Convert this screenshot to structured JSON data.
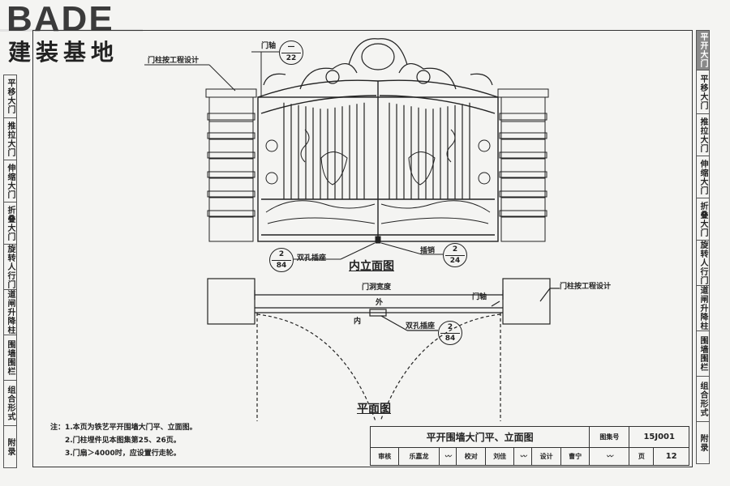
{
  "logo": {
    "en": "BADE",
    "cn": "建装基地"
  },
  "left_tabs": [
    "平移大门",
    "推拉大门",
    "伸缩大门",
    "折叠大门",
    "旋转人行门",
    "道闸升降柱",
    "围墙围栏",
    "组合形式",
    "附录"
  ],
  "right_tabs": [
    {
      "label": "平开大门",
      "active": true
    },
    {
      "label": "平移大门",
      "active": false
    },
    {
      "label": "推拉大门",
      "active": false
    },
    {
      "label": "伸缩大门",
      "active": false
    },
    {
      "label": "折叠大门",
      "active": false
    },
    {
      "label": "旋转人行门",
      "active": false
    },
    {
      "label": "道闸升降柱",
      "active": false
    },
    {
      "label": "围墙围栏",
      "active": false
    },
    {
      "label": "组合形式",
      "active": false
    },
    {
      "label": "附录",
      "active": false
    }
  ],
  "elevation": {
    "title": "内立面图",
    "pillar_note": "门柱按工程设计",
    "axis_label": "门轴",
    "axis_ref": {
      "top": "—",
      "bottom": "22"
    },
    "socket_label": "双孔插座",
    "socket_ref": {
      "top": "2",
      "bottom": "84"
    },
    "latch_label": "插销",
    "latch_ref": {
      "top": "2",
      "bottom": "24"
    }
  },
  "plan": {
    "title": "平面图",
    "opening_width": "门洞宽度",
    "outside": "外",
    "inside": "内",
    "axis_label": "门轴",
    "pillar_note": "门柱按工程设计",
    "socket_label": "双孔插座",
    "socket_ref": {
      "top": "2",
      "bottom": "84"
    }
  },
  "notes": [
    "注：1.本页为铁艺平开围墙大门平、立面图。",
    "2.门柱埋件见本图集第25、26页。",
    "3.门扇＞4000时，应设置行走轮。"
  ],
  "titleblock": {
    "title": "平开围墙大门平、立面图",
    "atlas_label": "图集号",
    "atlas_no": "15J001",
    "review_label": "审核",
    "reviewer": "乐嘉龙",
    "check_label": "校对",
    "checker": "刘佳",
    "design_label": "设计",
    "designer": "曹宁",
    "page_label": "页",
    "page_no": "12"
  },
  "colors": {
    "line": "#222222",
    "active_tab": "#8a8a8a",
    "paper": "#f4f4f2"
  }
}
